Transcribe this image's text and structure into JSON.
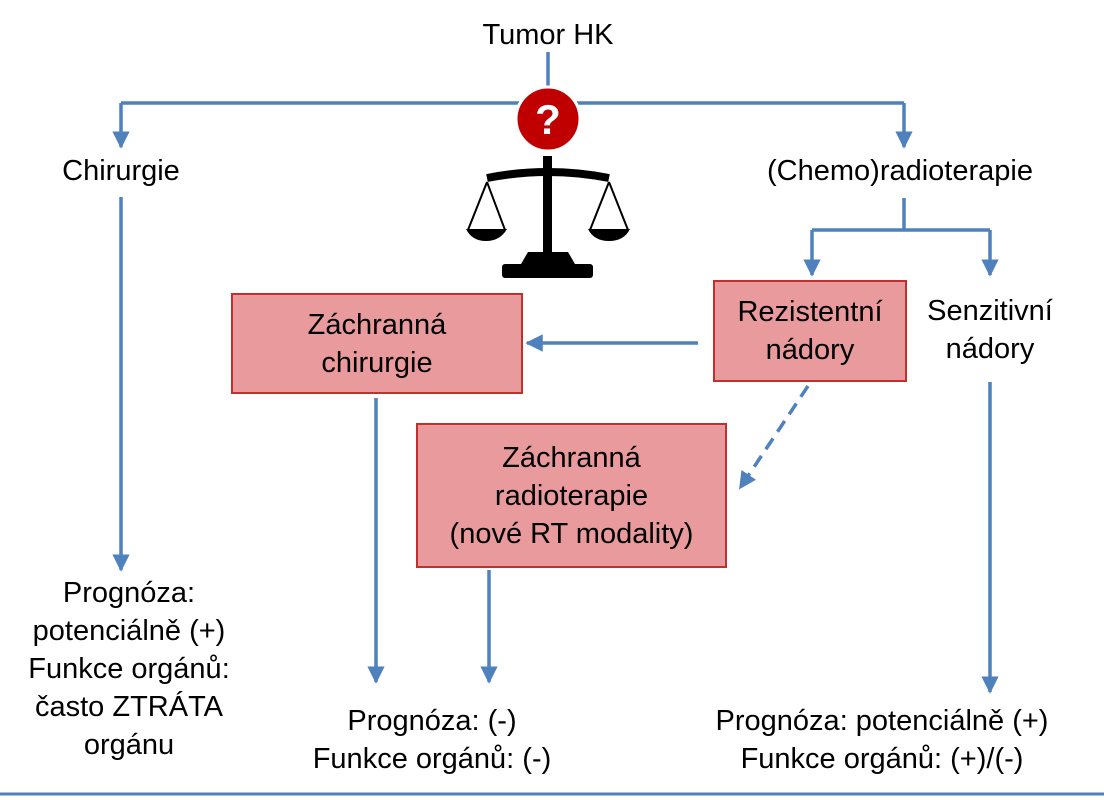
{
  "nodes": {
    "root": "Tumor HK",
    "surgery": "Chirurgie",
    "chemo": "(Chemo)radioterapie",
    "salvage_surgery": [
      "Záchranná",
      "chirurgie"
    ],
    "resistant": [
      "Rezistentní",
      "nádory"
    ],
    "sensitive": [
      "Senzitivní",
      "nádory"
    ],
    "salvage_rt": [
      "Záchranná",
      "radioterapie",
      "(nové RT modality)"
    ]
  },
  "outcomes": {
    "surgery": [
      "Prognóza:",
      "potenciálně (+)",
      "Funkce orgánů:",
      "často ZTRÁTA",
      "orgánu"
    ],
    "salvage": [
      "Prognóza: (-)",
      "Funkce orgánů: (-)"
    ],
    "sensitive": [
      "Prognóza: potenciálně (+)",
      "Funkce orgánů: (+)/(-)"
    ]
  },
  "icons": {
    "question": "?",
    "scale": "balance-scale-icon"
  },
  "colors": {
    "arrow": "#4f81bd",
    "box_fill": "#e99a9c",
    "box_border": "#c0302f",
    "question_badge": "#c00000"
  }
}
